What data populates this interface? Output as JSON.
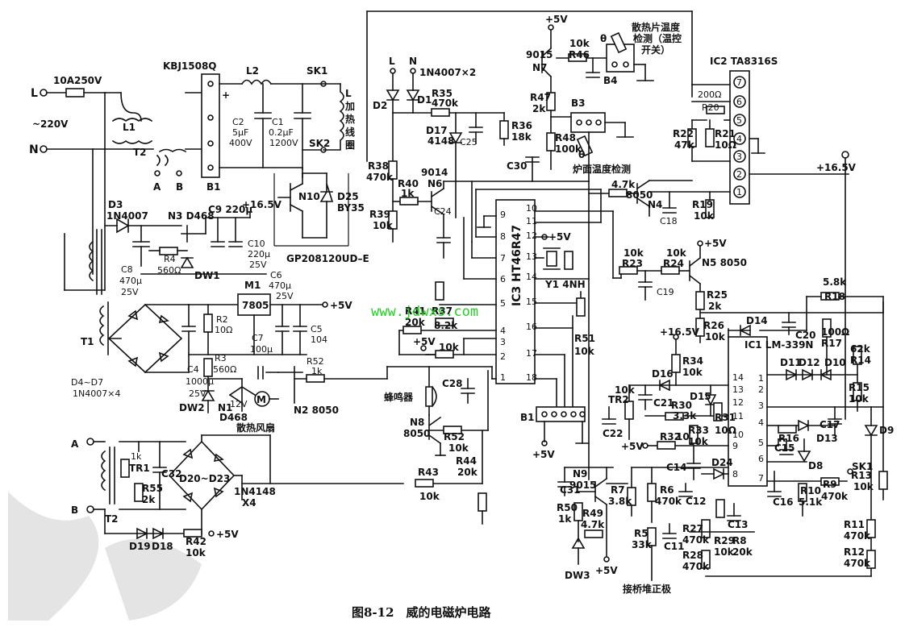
{
  "caption": "图8-12　威的电磁炉电路",
  "watermark": "www.jdwxs.com",
  "rail_labels": {
    "plus5v": "+5V",
    "plus165v": "+16.5V",
    "ac_in": "~220V",
    "L": "L",
    "N": "N",
    "A": "A",
    "B": "B"
  },
  "chips": {
    "ic3": {
      "name": "IC3 HT46R47",
      "pins_left": [
        "9",
        "8",
        "7",
        "6",
        "5",
        "4",
        "3",
        "2",
        "1"
      ],
      "pins_right": [
        "10",
        "11",
        "12",
        "13",
        "14",
        "15",
        "16",
        "17",
        "18"
      ]
    },
    "ic2": {
      "name": "IC2 TA8316S",
      "pins": [
        "7",
        "6",
        "5",
        "4",
        "3",
        "2",
        "1"
      ]
    },
    "ic1": {
      "name": "IC1 LM-339N",
      "pins_left": [
        "14",
        "13",
        "12",
        "11",
        "10",
        "9",
        "8"
      ],
      "pins_right": [
        "1",
        "2",
        "3",
        "4",
        "5",
        "6",
        "7"
      ]
    }
  },
  "components": {
    "fuse": "10A250V",
    "bridge": "KBJ1508Q",
    "b1": "B1",
    "l2": "L2",
    "l1": "L1",
    "t2": "T2",
    "c2": [
      "C2",
      "5μF",
      "400V"
    ],
    "c1": [
      "C1",
      "0.2μF",
      "1200V"
    ],
    "sk1": "SK1",
    "sk2": "SK2",
    "coil": [
      "L",
      "加",
      "热",
      "线",
      "圈"
    ],
    "n10": "N10",
    "d25": [
      "D25",
      "BY35"
    ],
    "igbt": "GP208120UD–E",
    "d3": [
      "D3",
      "1N4007"
    ],
    "n3": "N3 D468",
    "c9": "C9 220μ",
    "c8": [
      "C8",
      "470μ",
      "25V"
    ],
    "r4": [
      "R4",
      "560Ω"
    ],
    "dw1": "DW1",
    "c10": [
      "C10",
      "220μ",
      "25V"
    ],
    "m1": [
      "M1",
      "7805"
    ],
    "c6": [
      "C6",
      "470μ",
      "25V"
    ],
    "t1": "T1",
    "r2": [
      "R2",
      "10Ω"
    ],
    "c7": [
      "C7",
      "100μ"
    ],
    "c5": [
      "C5",
      "104"
    ],
    "c4": [
      "C4",
      "1000μ",
      "25V"
    ],
    "r3": [
      "R3",
      "560Ω"
    ],
    "d4d7": [
      "D4~D7",
      "1N4007×4"
    ],
    "dw2": "DW2",
    "n1": [
      "N1",
      "12V",
      "D468"
    ],
    "fan": "散热风扇",
    "r52a": [
      "R52",
      "1k"
    ],
    "n2": "N2 8050",
    "d2": "D2",
    "d1": [
      "D1",
      "1N4007×2"
    ],
    "r35": [
      "R35",
      "470k"
    ],
    "d17": [
      "D17",
      "4148"
    ],
    "c25": "C25",
    "r36": [
      "R36",
      "18k"
    ],
    "r38": [
      "R38",
      "470k"
    ],
    "r40": [
      "R40",
      "1k"
    ],
    "n6": [
      "9014",
      "N6"
    ],
    "r39": [
      "R39",
      "10k"
    ],
    "c24": "C24",
    "n7": [
      "9015",
      "N7"
    ],
    "r46": [
      "10k",
      "R46"
    ],
    "r47": [
      "R47",
      "2k"
    ],
    "r48": [
      "R48",
      "100k"
    ],
    "b4": "B4",
    "b3": "B3",
    "c30": "C30",
    "theta": "θ",
    "heatsink_sensor": [
      "散热片温度",
      "检测（温控",
      "开关）"
    ],
    "pan_sensor": "炉面温度检测",
    "r20": [
      "200Ω",
      "R20"
    ],
    "r22": [
      "R22",
      "47k"
    ],
    "r21": [
      "R21",
      "10Ω"
    ],
    "r41": [
      "R41",
      "20k"
    ],
    "r37": [
      "R37",
      "8.2k"
    ],
    "r10k": "10k",
    "r51": [
      "R51",
      "10k"
    ],
    "y1": "Y1 4NH",
    "buzzer": "蜂鸣器",
    "c28": "C28",
    "n8": [
      "N8",
      "8050"
    ],
    "r52b": [
      "R52",
      "10k"
    ],
    "b1conn": "B1",
    "r44": [
      "R44",
      "20k"
    ],
    "n4": [
      "8050",
      "N4"
    ],
    "r4k7": "4.7k",
    "c18": "C18",
    "r19": [
      "R19",
      "10k"
    ],
    "r23": [
      "10k",
      "R23"
    ],
    "r24": [
      "10k",
      "R24"
    ],
    "c19": "C19",
    "n5": "N5 8050",
    "r25": [
      "R25",
      "2k"
    ],
    "r26": [
      "R26",
      "10k"
    ],
    "r18": [
      "5.8k",
      "R18"
    ],
    "d14": "D14",
    "c20": "C20",
    "r17": [
      "100Ω",
      "R17"
    ],
    "r14": [
      "62k",
      "R14"
    ],
    "r15": [
      "R15",
      "10k"
    ],
    "d11": "D11",
    "d12": "D12",
    "d10": "D10",
    "d16": "D16",
    "r34": [
      "R34",
      "10k"
    ],
    "tr2": "TR2",
    "r10k2": "10k",
    "c21": "C21",
    "r30": [
      "R30",
      "3.3k"
    ],
    "d15": "D15",
    "r31": [
      "R31",
      "10Ω"
    ],
    "r16": "R16",
    "d13": "D13",
    "c17": "C17",
    "d9": "D9",
    "c22": "C22",
    "r32": [
      "R32",
      "10k"
    ],
    "r33": [
      "R33",
      "10k"
    ],
    "c14": "C14",
    "d24": "D24",
    "c15": "C15",
    "d8": "D8",
    "sk1b": "SK1",
    "r13": [
      "R13",
      "10k"
    ],
    "r9": [
      "R9",
      "470k"
    ],
    "r10": [
      "R10",
      "5.1k"
    ],
    "c16": "C16",
    "c12": "C12",
    "c13": "C13",
    "r6": [
      "R6",
      "470k"
    ],
    "r7": [
      "R7",
      "3.8k"
    ],
    "c31": "C31",
    "n9": [
      "N9",
      "9015"
    ],
    "r50": [
      "R50",
      "1k"
    ],
    "r49": [
      "R49",
      "4.7k"
    ],
    "dw3": "DW3",
    "r5": [
      "R5",
      "33k"
    ],
    "c11": "C11",
    "r27": [
      "R27",
      "470k"
    ],
    "r29": [
      "R29",
      "10k"
    ],
    "r8": [
      "R8",
      "20k"
    ],
    "r28": [
      "R28",
      "470k"
    ],
    "r11": [
      "R11",
      "470k"
    ],
    "r12": [
      "R12",
      "470k"
    ],
    "bridge_pos": "接桥堆正极",
    "tr1": [
      "1k",
      "TR1"
    ],
    "c32": "C32",
    "r55": [
      "R55",
      "2k"
    ],
    "d20d23": "D20~D23",
    "x4": [
      "1N4148",
      "X4"
    ],
    "r43": [
      "R43",
      "10k"
    ],
    "t2b": "T2",
    "d19": "D19",
    "d18": "D18",
    "r42": [
      "R42",
      "10k"
    ]
  }
}
